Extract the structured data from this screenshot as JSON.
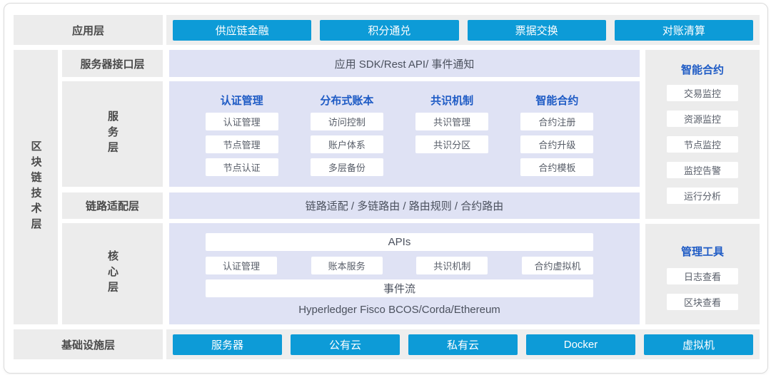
{
  "colors": {
    "accent_blue": "#0d9bd7",
    "header_blue": "#1e5bc5",
    "panel_gray": "#ececec",
    "lavender": "#dfe2f4",
    "label_text": "#4a4a4a",
    "item_text": "#575d68"
  },
  "top_row": {
    "label": "应用层",
    "buttons": [
      "供应链金融",
      "积分通兑",
      "票据交换",
      "对账清算"
    ]
  },
  "left_rail": {
    "label": "区块链技术层"
  },
  "layers": {
    "interface": {
      "label": "服务器接口层",
      "content": "应用 SDK/Rest API/ 事件通知"
    },
    "service": {
      "label": "服务层",
      "groups": [
        {
          "title": "认证管理",
          "items": [
            "认证管理",
            "节点管理",
            "节点认证"
          ]
        },
        {
          "title": "分布式账本",
          "items": [
            "访问控制",
            "账户体系",
            "多层备份"
          ]
        },
        {
          "title": "共识机制",
          "items": [
            "共识管理",
            "共识分区"
          ]
        },
        {
          "title": "智能合约",
          "items": [
            "合约注册",
            "合约升级",
            "合约模板"
          ]
        }
      ]
    },
    "adapter": {
      "label": "链路适配层",
      "content": "链路适配 / 多链路由 / 路由规则 / 合约路由"
    },
    "core": {
      "label": "核心层",
      "apis_bar": "APIs",
      "modules": [
        "认证管理",
        "账本服务",
        "共识机制",
        "合约虚拟机"
      ],
      "event_bar": "事件流",
      "platforms": "Hyperledger Fisco BCOS/Corda/Ethereum"
    }
  },
  "right_panels": [
    {
      "title": "智能合约",
      "items": [
        "交易监控",
        "资源监控",
        "节点监控",
        "监控告警",
        "运行分析"
      ]
    },
    {
      "title": "管理工具",
      "items": [
        "日志查看",
        "区块查看"
      ]
    }
  ],
  "bottom_row": {
    "label": "基础设施层",
    "buttons": [
      "服务器",
      "公有云",
      "私有云",
      "Docker",
      "虚拟机"
    ]
  }
}
